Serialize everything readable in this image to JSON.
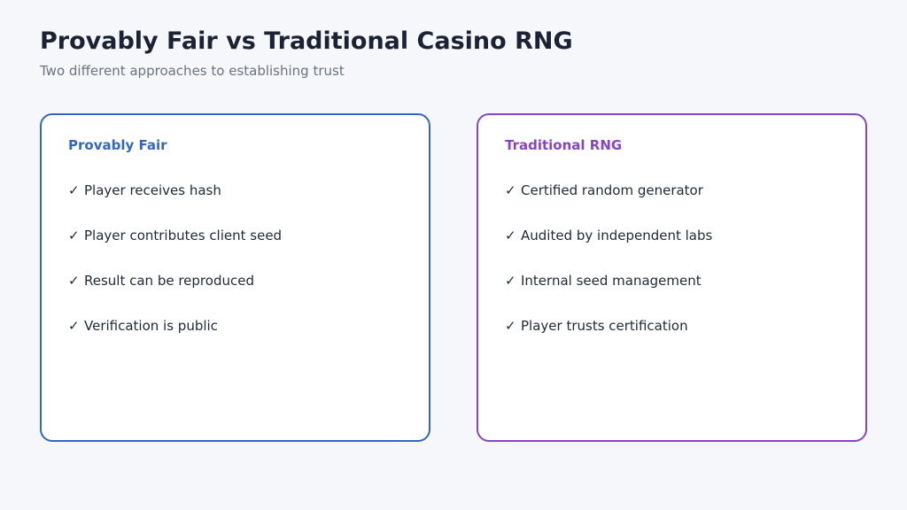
{
  "header": {
    "title": "Provably Fair vs Traditional Casino RNG",
    "subtitle": "Two different approaches to establishing trust"
  },
  "cards": [
    {
      "title": "Provably Fair",
      "accent": "#3367c6",
      "items": [
        "Player receives hash",
        "Player contributes client seed",
        "Result can be reproduced",
        "Verification is public"
      ]
    },
    {
      "title": "Traditional RNG",
      "accent": "#8645c9",
      "items": [
        "Certified random generator",
        "Audited by independent labs",
        "Internal seed management",
        "Player trusts certification"
      ]
    }
  ],
  "check_glyph": "✓",
  "icons": {
    "check": "check-icon"
  }
}
